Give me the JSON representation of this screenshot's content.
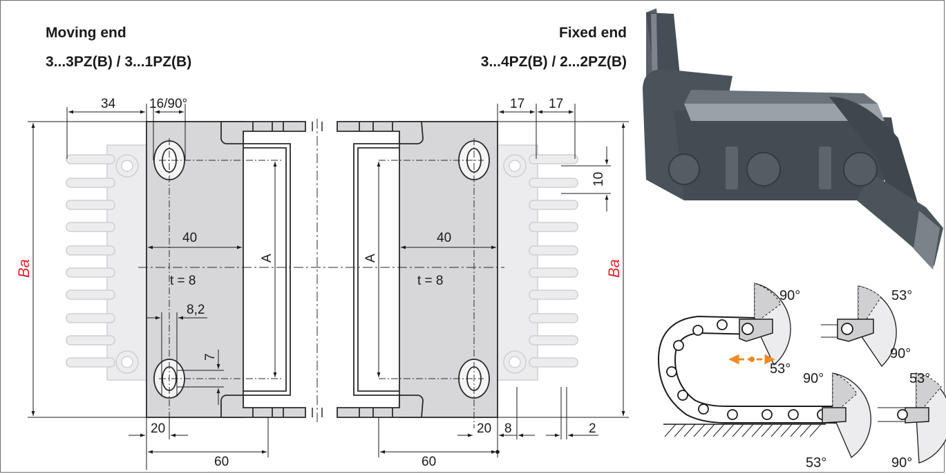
{
  "headers": {
    "moving_title": "Moving end",
    "moving_parts": "3...3PZ(B) / 3...1PZ(B)",
    "fixed_title": "Fixed end",
    "fixed_parts": "3...4PZ(B) / 2...2PZ(B)"
  },
  "dims": {
    "d34": "34",
    "d16_90": "16/90°",
    "d17a": "17",
    "d17b": "17",
    "d10": "10",
    "d40_left": "40",
    "d40_right": "40",
    "t_left": "t = 8",
    "t_right": "t = 8",
    "a_left": "A",
    "a_right": "A",
    "ba_left": "Ba",
    "ba_right": "Ba",
    "d8_2": "8,2",
    "d7": "7",
    "d20_left": "20",
    "d20_right": "20",
    "d60_left": "60",
    "d60_right": "60",
    "d8": "8",
    "d2": "2"
  },
  "angles": {
    "a1": "90°",
    "a2": "53°",
    "a3": "53°",
    "a4": "90°",
    "a5": "90°",
    "a6": "53°",
    "a7": "53°",
    "a8": "90°"
  },
  "colors": {
    "bracket_fill": "#d7d7d9",
    "ghost_fill": "#ececee",
    "outline": "#2a2a2a",
    "accent_red": "#e8212b",
    "arrow_orange": "#f08a24",
    "photo_dark": "#4a525a"
  }
}
